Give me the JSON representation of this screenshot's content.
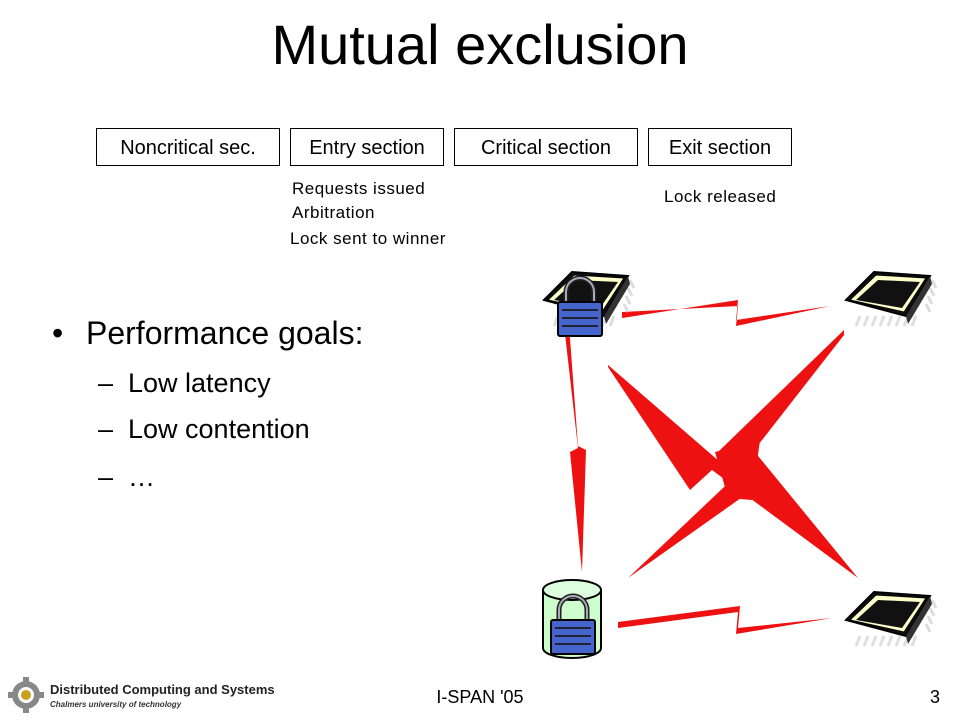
{
  "title": "Mutual exclusion",
  "phases": [
    {
      "label": "Noncritical sec."
    },
    {
      "label": "Entry section"
    },
    {
      "label": "Critical section"
    },
    {
      "label": "Exit section"
    }
  ],
  "entry_notes": [
    "Requests issued",
    "Arbitration",
    "Lock sent to winner"
  ],
  "exit_note": "Lock released",
  "bullet": {
    "heading": "Performance goals:",
    "items": [
      "Low latency",
      "Low contention",
      "…"
    ]
  },
  "footer": {
    "logo_line1": "Distributed Computing and Systems",
    "logo_line2": "Chalmers university of technology",
    "center": "I-SPAN '05",
    "page": "3"
  },
  "colors": {
    "lightning": "#ee1111",
    "lock_blue": "#4466cc",
    "storage_green": "#ccffcc",
    "chip_body": "#111111",
    "chip_top": "#ffffcc"
  }
}
